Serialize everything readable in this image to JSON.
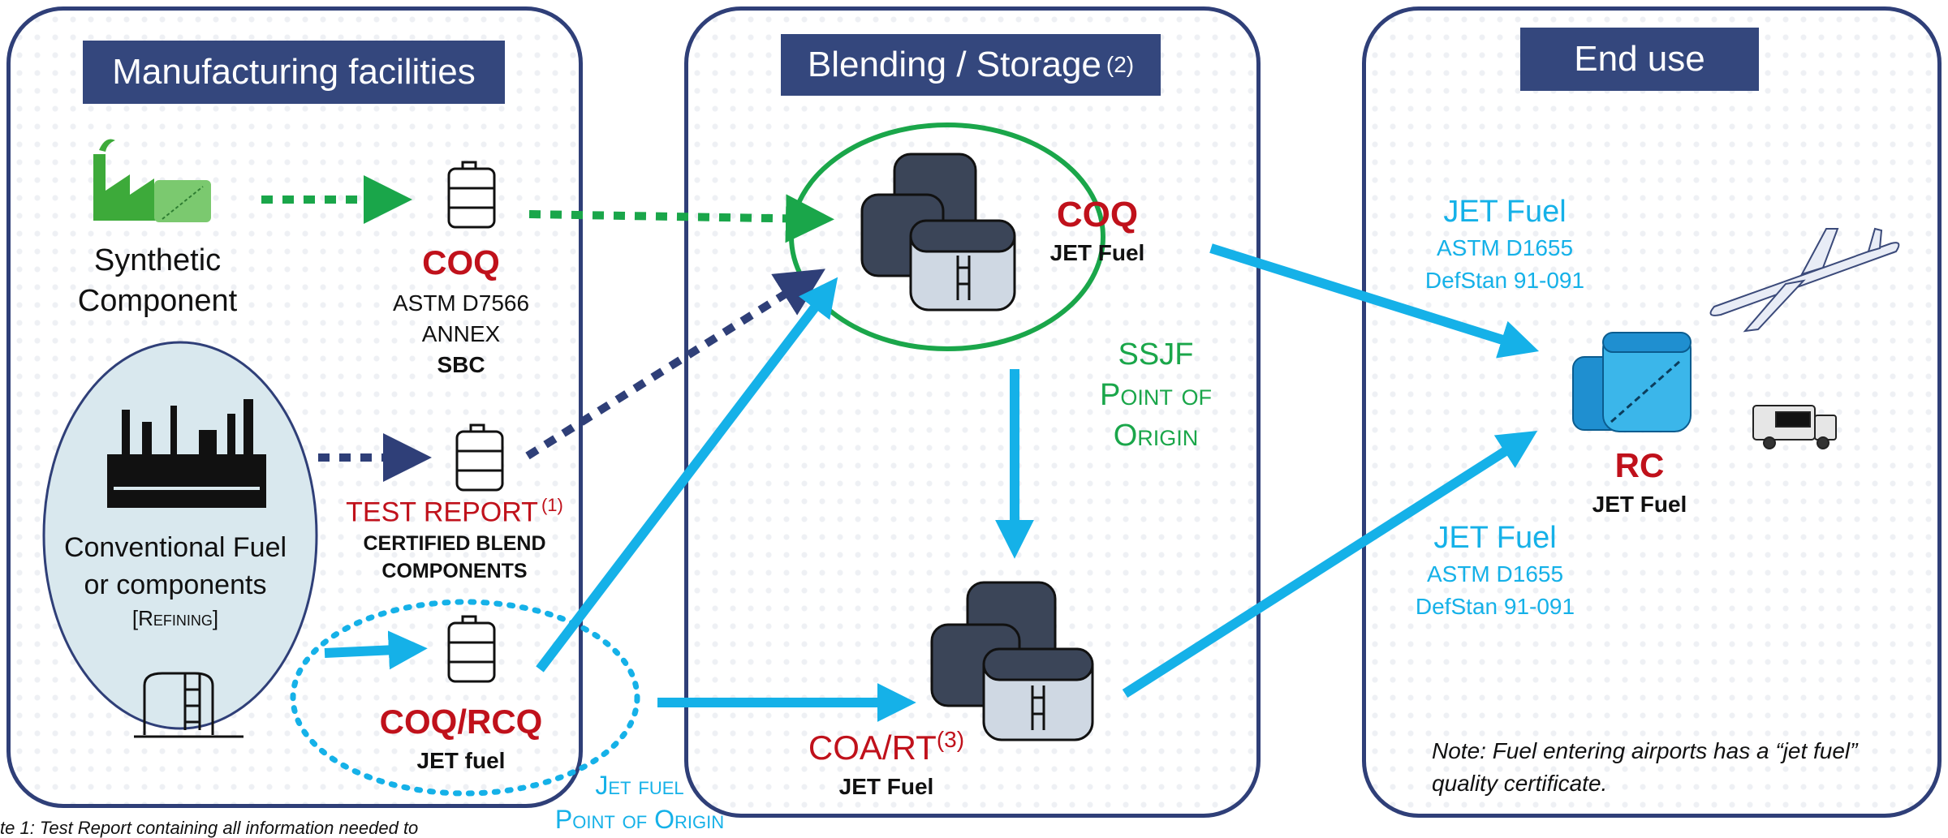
{
  "headers": {
    "manufacturing": "Manufacturing facilities",
    "blending": "Blending / Storage",
    "blending_sup": "(2)",
    "end_use": "End use"
  },
  "manufacturing": {
    "synthetic_line1": "Synthetic",
    "synthetic_line2": "Component",
    "coq1_title": "COQ",
    "coq1_line1": "ASTM D7566",
    "coq1_line2": "ANNEX",
    "coq1_line3": "SBC",
    "test_report_title": "TEST REPORT",
    "test_report_sup": "(1)",
    "test_report_line1": "CERTIFIED BLEND",
    "test_report_line2": "COMPONENTS",
    "conventional_line1": "Conventional Fuel",
    "conventional_line2": "or components",
    "conventional_line3": "[Refining]",
    "coq_rcq_title": "COQ/RCQ",
    "coq_rcq_sub": "JET fuel",
    "jet_fuel_poo_line1": "Jet fuel",
    "jet_fuel_poo_line2": "Point of Origin"
  },
  "blending": {
    "coq_title": "COQ",
    "coq_sub": "JET Fuel",
    "ssjf_line1": "SSJF",
    "ssjf_line2": "Point of",
    "ssjf_line3": "Origin",
    "coa_title": "COA/RT",
    "coa_sup": "(3)",
    "coa_sub": "JET Fuel"
  },
  "end_use": {
    "jet_top_title": "JET Fuel",
    "jet_top_line1": "ASTM D1655",
    "jet_top_line2": "DefStan 91-091",
    "jet_bottom_title": "JET Fuel",
    "jet_bottom_line1": "ASTM D1655",
    "jet_bottom_line2": "DefStan 91-091",
    "rc_title": "RC",
    "rc_sub": "JET Fuel",
    "note_line1": "Note: Fuel entering airports has a “jet fuel”",
    "note_line2": "quality certificate."
  },
  "footnote": "te 1: Test Report containing all information needed to",
  "colors": {
    "navy": "#2f3f78",
    "header_bg": "#34477d",
    "red": "#c0111b",
    "blue": "#15b1e8",
    "green": "#1aa64a",
    "tank_dark": "#3b4558",
    "tank_light": "#cfd8e3"
  }
}
